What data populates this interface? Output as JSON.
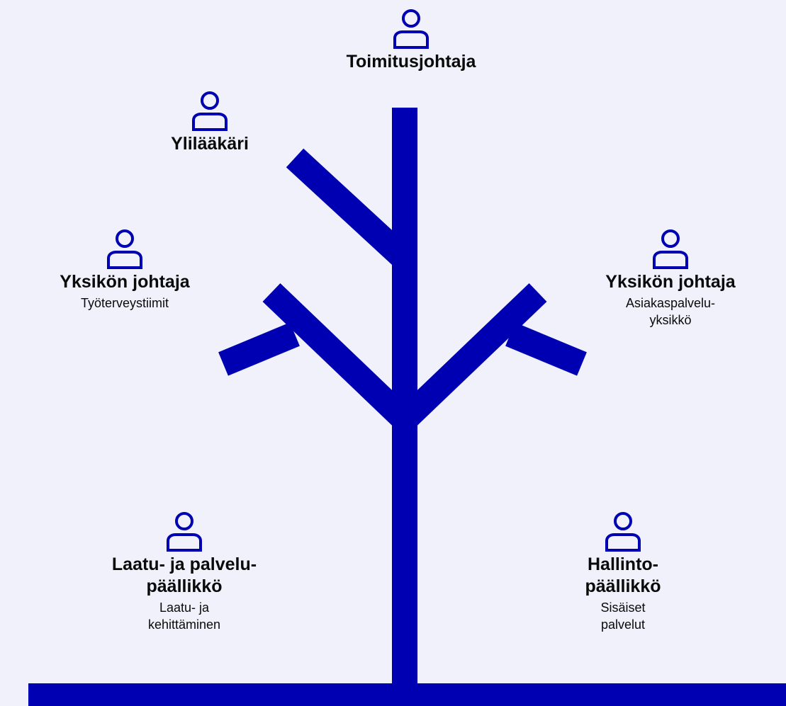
{
  "colors": {
    "background": "#f1f1fb",
    "tree": "#0000b3",
    "icon": "#0000b3",
    "text": "#0a0a0a"
  },
  "icon": "person-icon",
  "nodes": {
    "ceo": {
      "role": "Toimitusjohtaja",
      "unit": ""
    },
    "chief_physician": {
      "role": "Ylilääkäri",
      "unit": ""
    },
    "unit_head_left": {
      "role": "Yksikön johtaja",
      "unit": "Työterveystiimit"
    },
    "unit_head_right": {
      "role": "Yksikön johtaja",
      "unit": "Asiakaspalvelu-\nyksikkö"
    },
    "quality_manager": {
      "role": "Laatu- ja palvelu-\npäällikkö",
      "unit": "Laatu- ja\nkehittäminen"
    },
    "admin_manager": {
      "role": "Hallinto-\npäällikkö",
      "unit": "Sisäiset\npalvelut"
    }
  }
}
